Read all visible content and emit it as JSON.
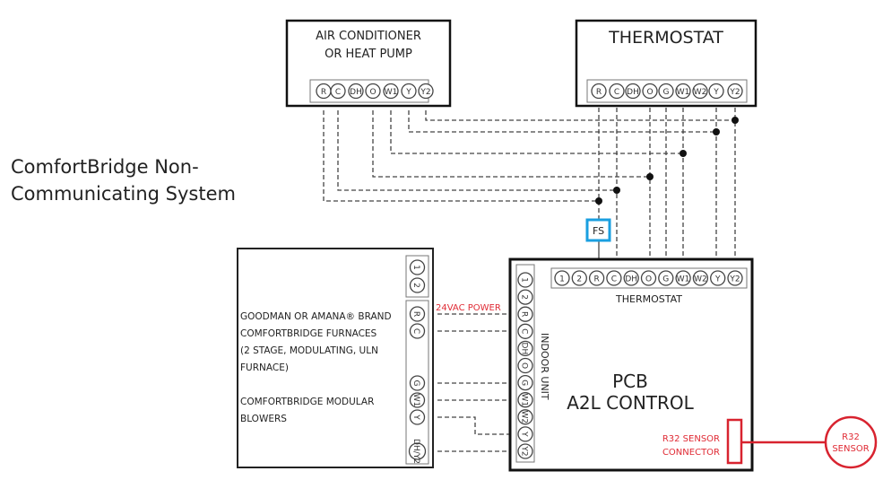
{
  "title": {
    "line1": "ComfortBridge Non-",
    "line2": "Communicating System"
  },
  "outdoor_unit": {
    "line1": "AIR CONDITIONER",
    "line2": "OR HEAT PUMP",
    "terminals": [
      "R",
      "C",
      "DH",
      "O",
      "W1",
      "Y",
      "Y2"
    ]
  },
  "thermostat": {
    "label": "THERMOSTAT",
    "terminals": [
      "R",
      "C",
      "DH",
      "O",
      "G",
      "W1",
      "W2",
      "Y",
      "Y2"
    ]
  },
  "fs_switch": {
    "label": "FS",
    "color": "#1a9fe0"
  },
  "furnace": {
    "lines": [
      "GOODMAN OR AMANA® BRAND",
      "COMFORTBRIDGE FURNACES",
      "(2 STAGE, MODULATING, ULN",
      "FURNACE)",
      "",
      "COMFORTBRIDGE MODULAR",
      "BLOWERS"
    ],
    "terminals_top": [
      "1",
      "2"
    ],
    "terminals_main": [
      "R",
      "C",
      "G",
      "W1",
      "Y",
      "DH/Y2"
    ]
  },
  "power_label": "24VAC POWER",
  "pcb": {
    "line1": "PCB",
    "line2": "A2L CONTROL",
    "thermostat_strip_label": "THERMOSTAT",
    "thermostat_terminals": [
      "1",
      "2",
      "R",
      "C",
      "DH",
      "O",
      "G",
      "W1",
      "W2",
      "Y",
      "Y2"
    ],
    "indoor_unit_label": "INDOOR UNIT",
    "indoor_terminals": [
      "1",
      "2",
      "R",
      "C",
      "DH",
      "O",
      "G",
      "W1",
      "W2",
      "Y",
      "Y2"
    ],
    "sensor_connector_line1": "R32 SENSOR",
    "sensor_connector_line2": "CONNECTOR"
  },
  "sensor": {
    "line1": "R32",
    "line2": "SENSOR",
    "color": "#e02b35"
  }
}
